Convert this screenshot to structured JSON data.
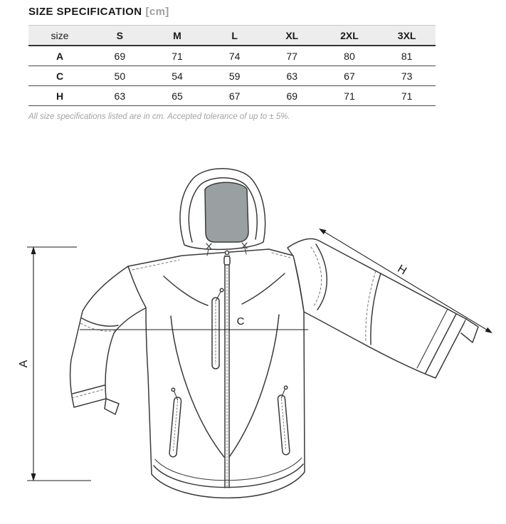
{
  "header": {
    "title": "SIZE SPECIFICATION",
    "unit_label": "[cm]"
  },
  "table": {
    "columns": [
      "size",
      "S",
      "M",
      "L",
      "XL",
      "2XL",
      "3XL"
    ],
    "rows": [
      {
        "label": "A",
        "values": [
          "69",
          "71",
          "74",
          "77",
          "80",
          "81"
        ]
      },
      {
        "label": "C",
        "values": [
          "50",
          "54",
          "59",
          "63",
          "67",
          "73"
        ]
      },
      {
        "label": "H",
        "values": [
          "63",
          "65",
          "67",
          "69",
          "71",
          "71"
        ]
      }
    ]
  },
  "footnote": "All size specifications listed are in cm. Accepted tolerance of up to ± 5%.",
  "diagram": {
    "description": "Technical front-view drawing of a hooded softshell jacket with dimension lines",
    "labels": {
      "A": "A",
      "C": "C",
      "H": "H"
    }
  },
  "colors": {
    "text": "#1a1a1a",
    "muted_gray": "#9e9e9e",
    "header_bg": "#ededed",
    "table_rule": "#4a4a4a",
    "line_art": "#3a3a3a",
    "hood_lining": "#9aa0a2"
  }
}
